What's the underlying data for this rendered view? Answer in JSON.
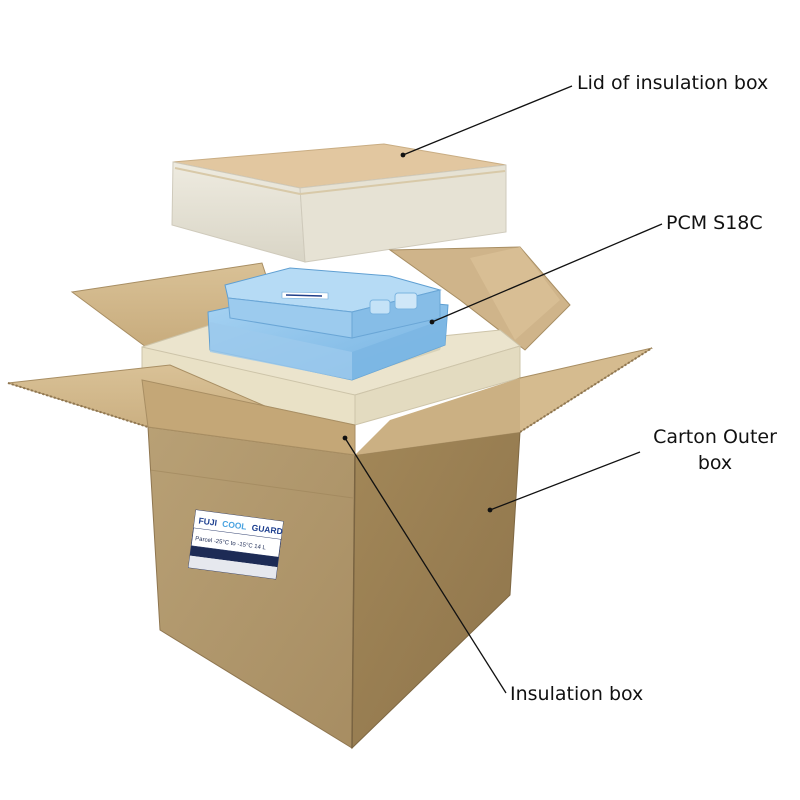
{
  "callouts": {
    "lid": "Lid of insulation box",
    "pcm": "PCM S18C",
    "carton_line1": "Carton Outer",
    "carton_line2": "box",
    "insulation": "Insulation box"
  },
  "product_label": {
    "brand": "FUJI",
    "word_cool": "COOL",
    "word_guard": "GUARD",
    "row_text": "Parcel  -25°C to -15°C   14 L"
  },
  "colors": {
    "cardboard": "#b39a6e",
    "cardboard_dark": "#8f7650",
    "flap_light": "#d2b98f",
    "foam": "#ede7d3",
    "lid_top": "#e3c9a2",
    "pcm_blue": "#8ec3ea",
    "line": "#111111"
  }
}
